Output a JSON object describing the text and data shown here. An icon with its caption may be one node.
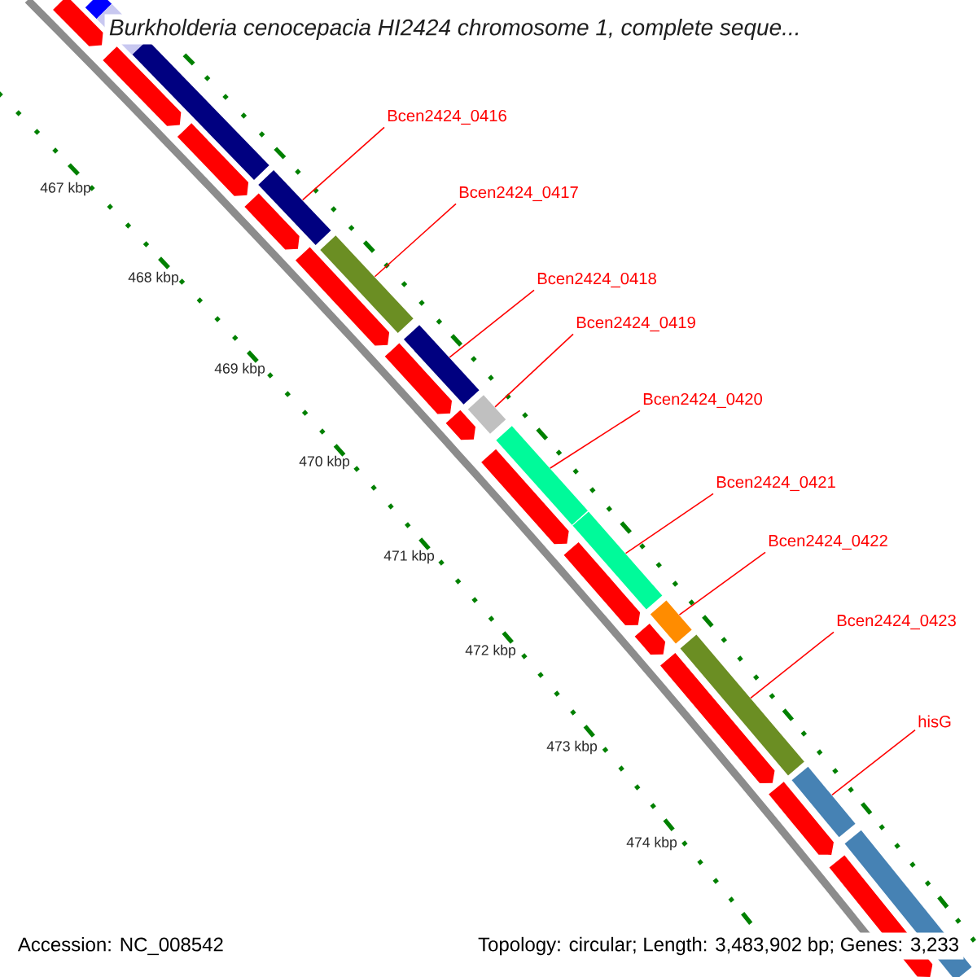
{
  "diagram": {
    "title": "Burkholderia cenocepacia HI2424 chromosome 1, complete seque...",
    "nodes": [
      {
        "text": [
          "Bcen2424_0416"
        ]
      },
      {
        "text": [
          "Bcen2424_0417"
        ]
      },
      {
        "text": [
          "Bcen2424_0418"
        ]
      },
      {
        "text": [
          "Bcen2424_0419"
        ]
      },
      {
        "text": [
          "Bcen2424_0420"
        ]
      },
      {
        "text": [
          "Bcen2424_0421"
        ]
      },
      {
        "text": [
          "Bcen2424_0422"
        ]
      },
      {
        "text": [
          "Bcen2424_0423"
        ]
      },
      {
        "text": [
          "hisG"
        ]
      },
      {
        "text": [],
        "shape": "bar"
      },
      {
        "text": [],
        "shape": "bar"
      },
      {
        "text": [],
        "shape": "bar"
      },
      {
        "text": [],
        "shape": "bar"
      },
      {
        "text": [],
        "shape": "bar"
      },
      {
        "text": [],
        "shape": "bar"
      },
      {
        "text": [],
        "shape": "bar"
      },
      {
        "text": [],
        "shape": "bar"
      },
      {
        "text": [],
        "shape": "bar"
      },
      {
        "text": [],
        "shape": "bar"
      },
      {
        "text": [],
        "shape": "bar"
      },
      {
        "text": [],
        "shape": "bar"
      },
      {
        "text": [],
        "shape": "bar"
      },
      {
        "text": [],
        "shape": "bar"
      },
      {
        "text": [],
        "shape": "bar"
      },
      {
        "text": [],
        "shape": "bar"
      },
      {
        "text": [],
        "shape": "bar"
      },
      {
        "text": [],
        "shape": "bar"
      },
      {
        "text": [],
        "shape": "bar"
      },
      {
        "text": [],
        "shape": "bar"
      },
      {
        "text": [],
        "shape": "bar"
      },
      {
        "text": [],
        "shape": "bar"
      },
      {
        "text": [],
        "shape": "bar"
      },
      {
        "text": [],
        "shape": "bar"
      },
      {
        "text": [],
        "shape": "bar"
      },
      {
        "text": [],
        "shape": "bar"
      }
    ],
    "edges": [
      {
        "from": 0,
        "to": 9,
        "arrow": "none"
      },
      {
        "from": 1,
        "to": 10,
        "arrow": "none"
      },
      {
        "from": 2,
        "to": 11,
        "arrow": "none"
      },
      {
        "from": 3,
        "to": 12,
        "arrow": "none"
      },
      {
        "from": 4,
        "to": 13,
        "arrow": "none"
      },
      {
        "from": 5,
        "to": 14,
        "arrow": "none"
      },
      {
        "from": 6,
        "to": 15,
        "arrow": "none"
      },
      {
        "from": 7,
        "to": 16,
        "arrow": "none"
      },
      {
        "from": 8,
        "to": 17,
        "arrow": "none"
      }
    ],
    "labels": [
      "467 kbp",
      "468 kbp",
      "469 kbp",
      "470 kbp",
      "471 kbp",
      "472 kbp",
      "473 kbp",
      "474 kbp",
      "Accession: NC_008542",
      "Topology: circular; Length: 3,483,902 bp; Genes: 3,233"
    ]
  }
}
